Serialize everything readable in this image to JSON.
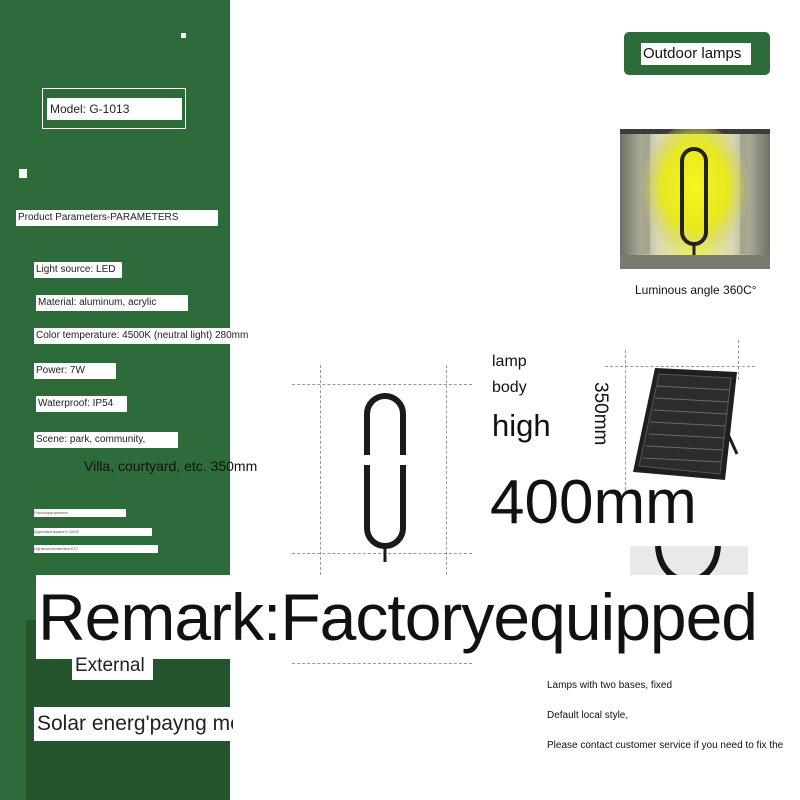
{
  "model_label": "Model: G-1013",
  "title_button": "Outdoor lamps",
  "photo_caption": "Luminous angle 360C°",
  "params": {
    "heading": "Product Parameters-PARAMETERS",
    "light_source": "Light source: LED",
    "material": "Material: aluminum, acrylic",
    "color_temperature": "Color temperature: 4500K (neutral light) 280mm",
    "power": "Power: 7W",
    "waterproof": "Waterproof: IP54",
    "scene": "Scene: park, community,",
    "scene_cont": "Villa, courtyard, etc. 350mm",
    "tiny1": "Productparameters",
    "tiny2": "Applicationspace:6-10M2",
    "tiny3": "Lightsourceinterface:E27"
  },
  "dimensions": {
    "lamp": "lamp",
    "body": "body",
    "high": "high",
    "height_value": "400mm",
    "panel_side": "350mm"
  },
  "remark": "Remark:Factoryequipped",
  "external": "External",
  "solar_payment": "Solar energ'payng ment",
  "notes": [
    "Lamps with two bases, fixed",
    "Default local style,",
    "Please contact customer service if you need to fix the"
  ],
  "colors": {
    "brand_green": "#2e6b3a",
    "lamp_glow": "#e8e820"
  }
}
